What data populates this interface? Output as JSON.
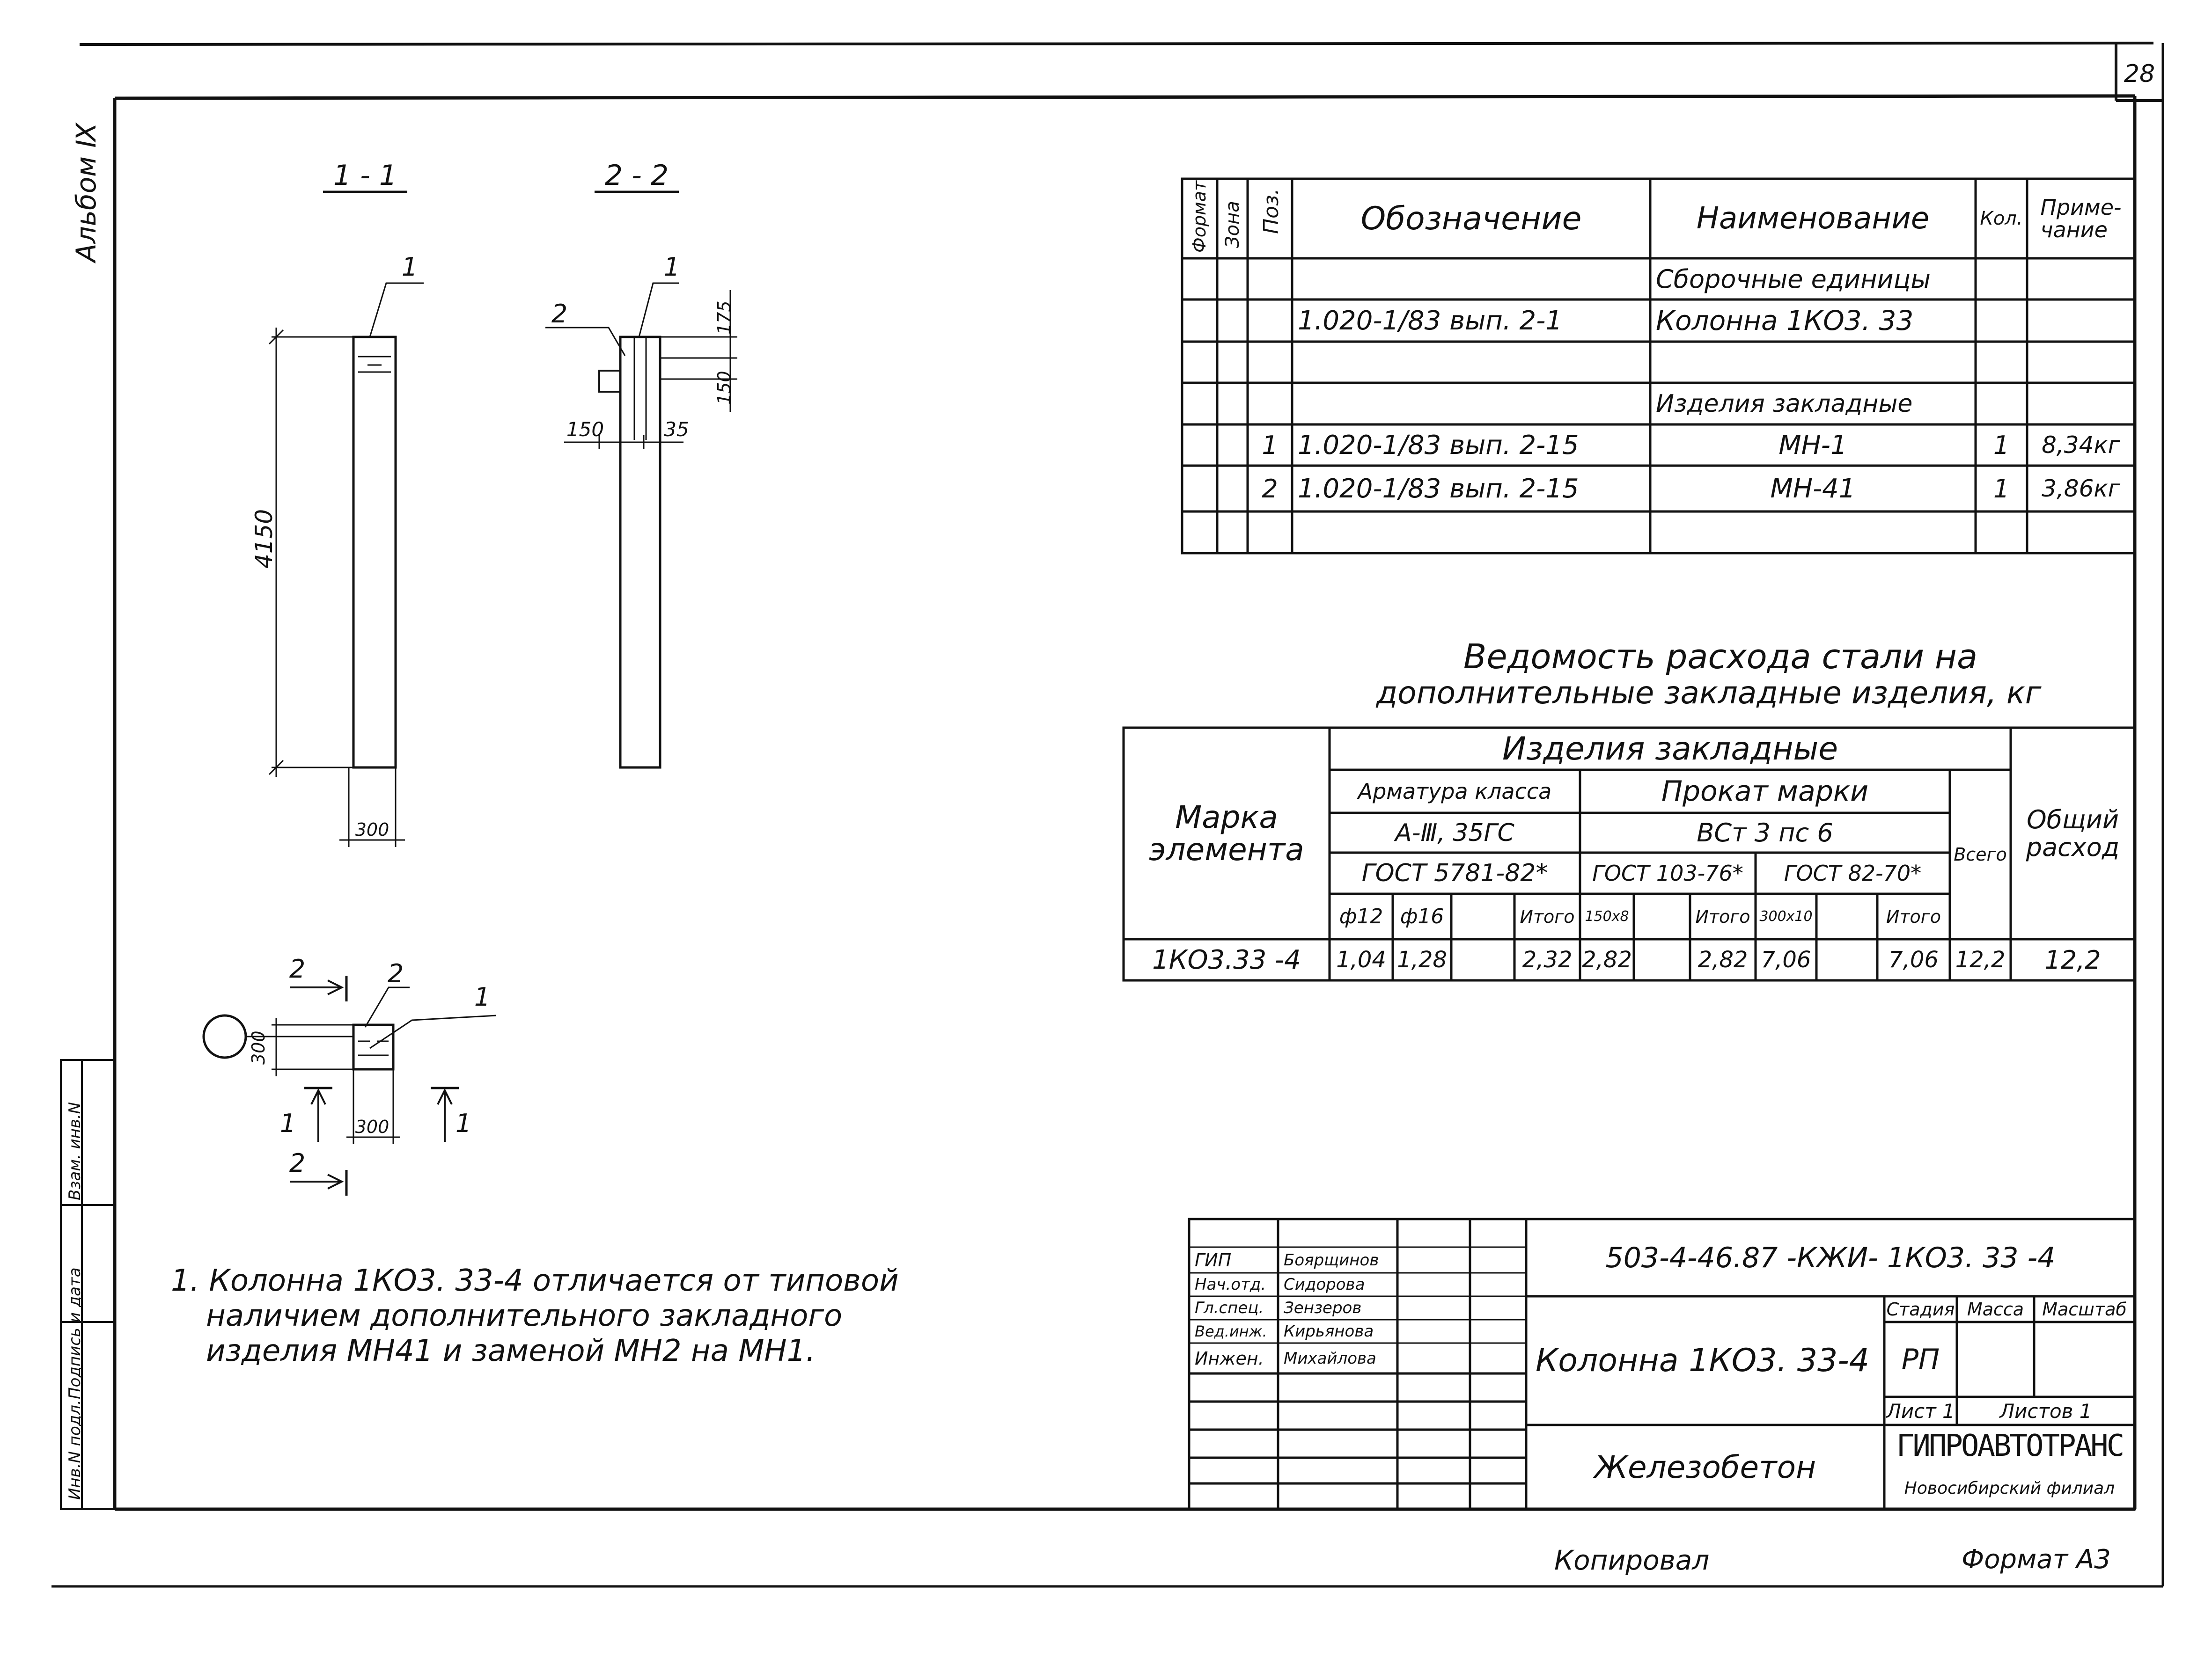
{
  "sheet_number": "28",
  "album_label": "Альбом Ⅸ",
  "side_stamp": [
    "Инв.N подл.",
    "Подпись и дата",
    "Взам. инв.N"
  ],
  "sections": {
    "s1": "1 - 1",
    "s2": "2 - 2",
    "pos1": "1",
    "pos2": "2",
    "dim_4150": "4150",
    "dim_300": "300",
    "dim_175": "175",
    "dim_150v": "150",
    "dim_150": "150",
    "dim_35": "35"
  },
  "plan": {
    "cut2": "2",
    "cut1": "1",
    "pos1": "1",
    "pos2": "2",
    "dim_300v": "300",
    "dim_300h": "300"
  },
  "spec_table": {
    "headers": {
      "format": "Формат",
      "zone": "Зона",
      "pos": "Поз.",
      "designation": "Обозначение",
      "name": "Наименование",
      "qty": "Кол.",
      "note": "Приме-\nчание"
    },
    "rows": [
      {
        "pos": "",
        "designation": "",
        "name": "Сборочные единицы",
        "qty": "",
        "note": ""
      },
      {
        "pos": "",
        "designation": "1.020-1/83   вып. 2-1",
        "name": "Колонна 1КО3. 33",
        "qty": "",
        "note": ""
      },
      {
        "pos": "",
        "designation": "",
        "name": "",
        "qty": "",
        "note": ""
      },
      {
        "pos": "",
        "designation": "",
        "name": "Изделия  закладные",
        "qty": "",
        "note": ""
      },
      {
        "pos": "1",
        "designation": "1.020-1/83  вып. 2-15",
        "name": "МН-1",
        "qty": "1",
        "note": "8,34кг"
      },
      {
        "pos": "2",
        "designation": "1.020-1/83  вып. 2-15",
        "name": "МН-41",
        "qty": "1",
        "note": "3,86кг"
      },
      {
        "pos": "",
        "designation": "",
        "name": "",
        "qty": "",
        "note": ""
      }
    ]
  },
  "steel_title": [
    "Ведомость  расхода  стали  на",
    "дополнительные  закладные  изделия, кг"
  ],
  "steel_table": {
    "mark_header": "Марка\nэлемента",
    "group_header": "Изделия   закладные",
    "armature": "Арматура класса",
    "armature_class": "А-Ⅲ, 35ГС",
    "armature_gost": "ГОСТ 5781-82*",
    "prokat": "Прокат  марки",
    "prokat_grade": "ВСт 3 пс 6",
    "prokat_gost1": "ГОСТ 103-76*",
    "prokat_gost2": "ГОСТ 82-70*",
    "total": "Всего",
    "overall": "Общий\nрасход",
    "sub": [
      "ф12",
      "ф16",
      "",
      "Итого",
      "150х8",
      "",
      "Итого",
      "300х10",
      "",
      "Итого"
    ],
    "row": {
      "mark": "1КО3.33 -4",
      "values": [
        "1,04",
        "1,28",
        "",
        "2,32",
        "2,82",
        "",
        "2,82",
        "7,06",
        "",
        "7,06"
      ],
      "total": "12,2",
      "overall": "12,2"
    }
  },
  "note": [
    "1. Колонна  1КО3. 33-4  отличается  от  типовой",
    "наличием  дополнительного  закладного",
    "изделия МН41 и заменой  МН2  на  МН1."
  ],
  "stamp": {
    "people": [
      {
        "role": "ГИП",
        "name": "Боярщинов"
      },
      {
        "role": "Нач.отд.",
        "name": "Сидорова"
      },
      {
        "role": "Гл.спец.",
        "name": "Зензеров"
      },
      {
        "role": "Вед.инж.",
        "name": "Кирьянова"
      },
      {
        "role": "Инжен.",
        "name": "Михайлова"
      }
    ],
    "code": "503-4-46.87 -КЖИ- 1КО3. 33 -4",
    "title": "Колонна  1КО3. 33-4",
    "material": "Железобетон",
    "stage_h": "Стадия",
    "mass_h": "Масса",
    "scale_h": "Масштаб",
    "stage": "РП",
    "sheet": "Лист 1",
    "sheets": "Листов 1",
    "org": "ГИПРОАВТОТРАНС",
    "branch": "Новосибирский филиал"
  },
  "footer": {
    "copied": "Копировал",
    "format": "Формат А3"
  }
}
